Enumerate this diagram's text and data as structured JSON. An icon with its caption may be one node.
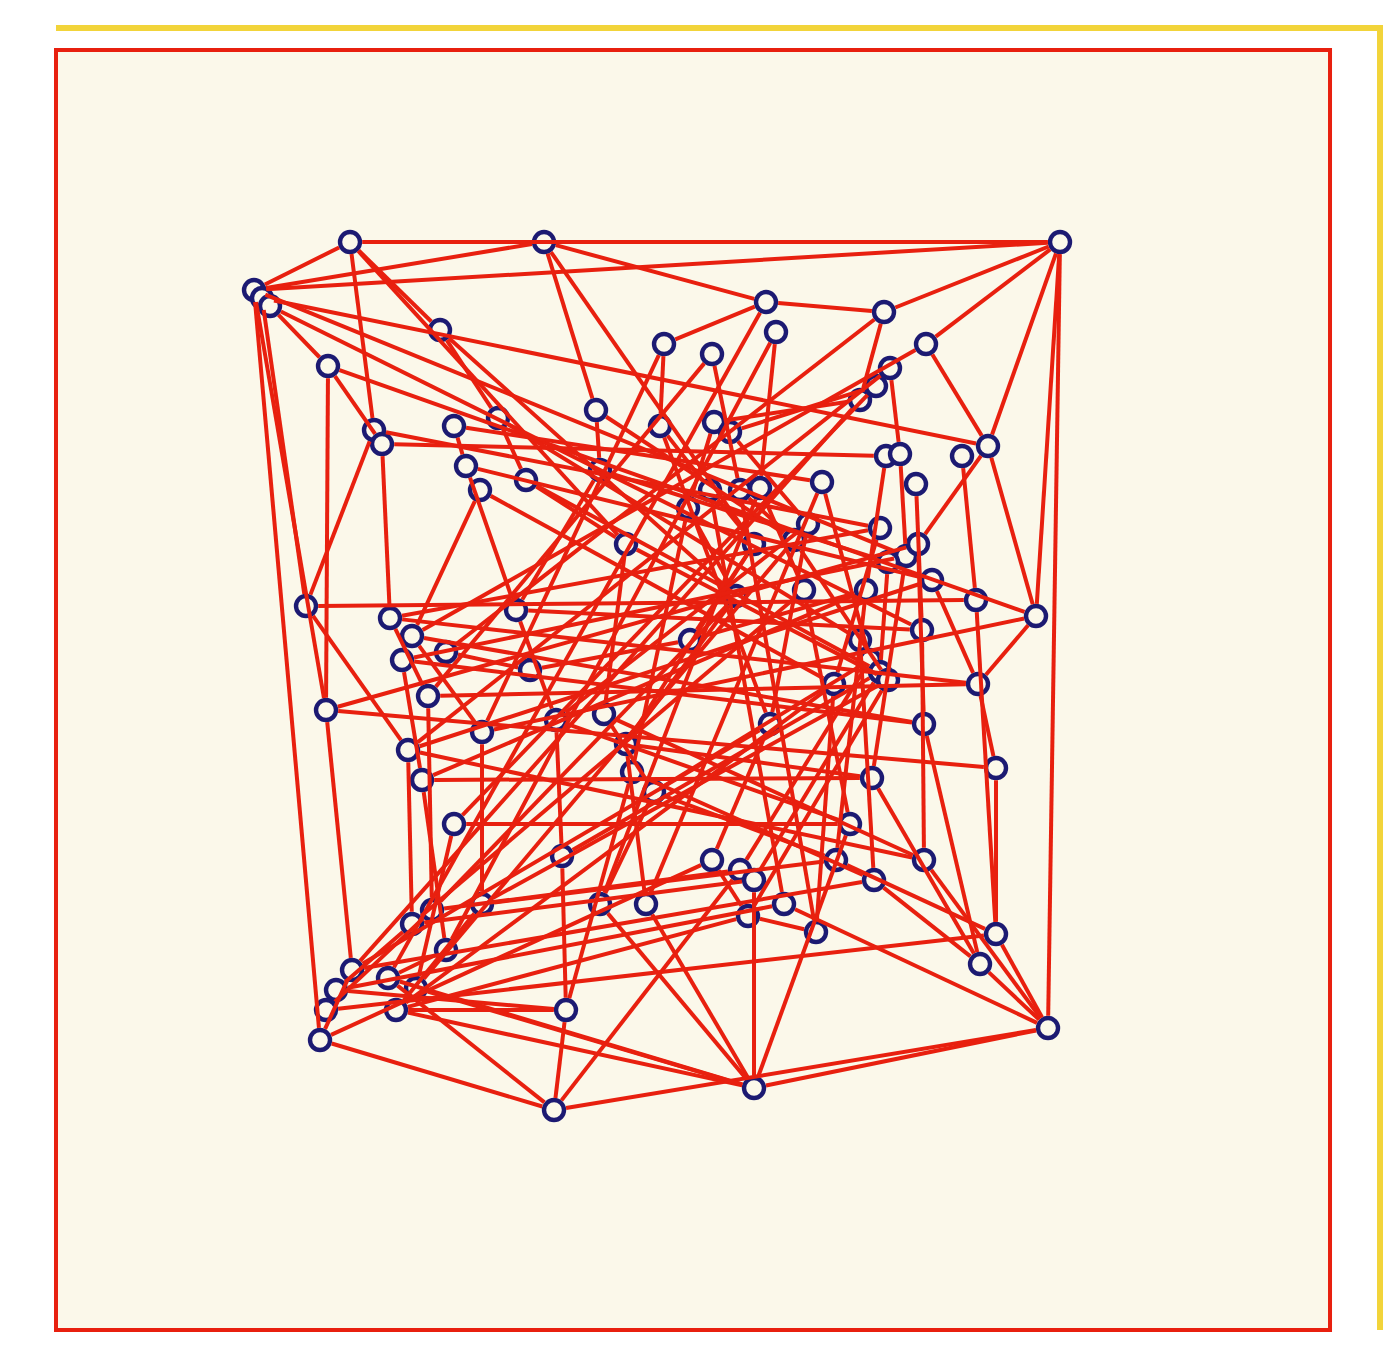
{
  "diagram": {
    "nodes": [
      {
        "text": [],
        "shape": "circle"
      },
      {
        "text": [],
        "shape": "circle"
      },
      {
        "text": [],
        "shape": "circle"
      },
      {
        "text": [],
        "shape": "circle"
      },
      {
        "text": [],
        "shape": "circle"
      },
      {
        "text": [],
        "shape": "circle"
      },
      {
        "text": [],
        "shape": "circle"
      },
      {
        "text": [],
        "shape": "circle"
      },
      {
        "text": [],
        "shape": "circle"
      },
      {
        "text": [],
        "shape": "circle"
      },
      {
        "text": [],
        "shape": "circle"
      },
      {
        "text": [],
        "shape": "circle"
      },
      {
        "text": [],
        "shape": "circle"
      },
      {
        "text": [],
        "shape": "circle"
      },
      {
        "text": [],
        "shape": "circle"
      },
      {
        "text": [],
        "shape": "circle"
      },
      {
        "text": [],
        "shape": "circle"
      },
      {
        "text": [],
        "shape": "circle"
      },
      {
        "text": [],
        "shape": "circle"
      },
      {
        "text": [],
        "shape": "circle"
      },
      {
        "text": [],
        "shape": "circle"
      },
      {
        "text": [],
        "shape": "circle"
      },
      {
        "text": [],
        "shape": "circle"
      },
      {
        "text": [],
        "shape": "circle"
      },
      {
        "text": [],
        "shape": "circle"
      },
      {
        "text": [],
        "shape": "circle"
      },
      {
        "text": [],
        "shape": "circle"
      },
      {
        "text": [],
        "shape": "circle"
      },
      {
        "text": [],
        "shape": "circle"
      },
      {
        "text": [],
        "shape": "circle"
      },
      {
        "text": [],
        "shape": "circle"
      },
      {
        "text": [],
        "shape": "circle"
      },
      {
        "text": [],
        "shape": "circle"
      },
      {
        "text": [],
        "shape": "circle"
      },
      {
        "text": [],
        "shape": "circle"
      },
      {
        "text": [],
        "shape": "circle"
      },
      {
        "text": [],
        "shape": "circle"
      },
      {
        "text": [],
        "shape": "circle"
      },
      {
        "text": [],
        "shape": "circle"
      },
      {
        "text": [],
        "shape": "circle"
      },
      {
        "text": [],
        "shape": "circle"
      },
      {
        "text": [],
        "shape": "circle"
      },
      {
        "text": [],
        "shape": "circle"
      },
      {
        "text": [],
        "shape": "circle"
      },
      {
        "text": [],
        "shape": "circle"
      },
      {
        "text": [],
        "shape": "circle"
      },
      {
        "text": [],
        "shape": "circle"
      },
      {
        "text": [],
        "shape": "circle"
      },
      {
        "text": [],
        "shape": "circle"
      },
      {
        "text": [],
        "shape": "circle"
      },
      {
        "text": [],
        "shape": "circle"
      },
      {
        "text": [],
        "shape": "circle"
      },
      {
        "text": [],
        "shape": "circle"
      },
      {
        "text": [],
        "shape": "circle"
      },
      {
        "text": [],
        "shape": "circle"
      },
      {
        "text": [],
        "shape": "circle"
      },
      {
        "text": [],
        "shape": "circle"
      },
      {
        "text": [],
        "shape": "circle"
      },
      {
        "text": [],
        "shape": "circle"
      },
      {
        "text": [],
        "shape": "circle"
      },
      {
        "text": [],
        "shape": "circle"
      },
      {
        "text": [],
        "shape": "circle"
      },
      {
        "text": [],
        "shape": "circle"
      },
      {
        "text": [],
        "shape": "circle"
      },
      {
        "text": [],
        "shape": "circle"
      },
      {
        "text": [],
        "shape": "circle"
      },
      {
        "text": [],
        "shape": "circle"
      },
      {
        "text": [],
        "shape": "circle"
      },
      {
        "text": [],
        "shape": "circle"
      },
      {
        "text": [],
        "shape": "circle"
      },
      {
        "text": [],
        "shape": "circle"
      },
      {
        "text": [],
        "shape": "circle"
      },
      {
        "text": [],
        "shape": "circle"
      },
      {
        "text": [],
        "shape": "circle"
      },
      {
        "text": [],
        "shape": "circle"
      },
      {
        "text": [],
        "shape": "circle"
      },
      {
        "text": [],
        "shape": "circle"
      },
      {
        "text": [],
        "shape": "circle"
      },
      {
        "text": [],
        "shape": "circle"
      },
      {
        "text": [],
        "shape": "circle"
      },
      {
        "text": [],
        "shape": "circle"
      },
      {
        "text": [],
        "shape": "circle"
      },
      {
        "text": [],
        "shape": "circle"
      },
      {
        "text": [],
        "shape": "circle"
      },
      {
        "text": [],
        "shape": "circle"
      },
      {
        "text": [],
        "shape": "circle"
      },
      {
        "text": [],
        "shape": "circle"
      },
      {
        "text": [],
        "shape": "circle"
      },
      {
        "text": [],
        "shape": "circle"
      },
      {
        "text": [],
        "shape": "circle"
      },
      {
        "text": [],
        "shape": "circle"
      },
      {
        "text": [],
        "shape": "circle"
      },
      {
        "text": [],
        "shape": "circle"
      },
      {
        "text": [],
        "shape": "circle"
      },
      {
        "text": [],
        "shape": "circle"
      },
      {
        "text": [],
        "shape": "circle"
      },
      {
        "text": [],
        "shape": "circle"
      },
      {
        "text": [],
        "shape": "circle"
      },
      {
        "text": [],
        "shape": "circle"
      },
      {
        "text": [],
        "shape": "circle"
      },
      {
        "text": [],
        "shape": "circle"
      },
      {
        "text": [],
        "shape": "circle"
      },
      {
        "text": [],
        "shape": "circle"
      },
      {
        "text": [],
        "shape": "circle"
      },
      {
        "text": [],
        "shape": "circle"
      },
      {
        "text": [],
        "shape": "circle"
      },
      {
        "text": [],
        "shape": "circle"
      },
      {
        "text": [],
        "shape": "circle"
      },
      {
        "text": [],
        "shape": "circle"
      },
      {
        "text": [],
        "shape": "circle"
      },
      {
        "text": [],
        "shape": "circle"
      },
      {
        "text": [],
        "shape": "circle"
      },
      {
        "text": [],
        "shape": "circle"
      }
    ],
    "edges": [
      {
        "from": 0,
        "to": 2,
        "arrow": "none"
      },
      {
        "from": 3,
        "to": 2,
        "arrow": "none"
      },
      {
        "from": 0,
        "to": 3,
        "arrow": "none"
      },
      {
        "from": 1,
        "to": 3,
        "arrow": "none"
      },
      {
        "from": 0,
        "to": 7,
        "arrow": "none"
      },
      {
        "from": 1,
        "to": 6,
        "arrow": "none"
      },
      {
        "from": 2,
        "to": 11,
        "arrow": "none"
      },
      {
        "from": 2,
        "to": 9,
        "arrow": "none"
      },
      {
        "from": 2,
        "to": 106,
        "arrow": "none"
      },
      {
        "from": 106,
        "to": 107,
        "arrow": "none"
      },
      {
        "from": 106,
        "to": 108,
        "arrow": "none"
      },
      {
        "from": 107,
        "to": 99,
        "arrow": "none"
      },
      {
        "from": 107,
        "to": 93,
        "arrow": "none"
      },
      {
        "from": 108,
        "to": 97,
        "arrow": "none"
      },
      {
        "from": 108,
        "to": 111,
        "arrow": "none"
      },
      {
        "from": 3,
        "to": 98,
        "arrow": "none"
      },
      {
        "from": 3,
        "to": 65,
        "arrow": "none"
      },
      {
        "from": 5,
        "to": 10,
        "arrow": "none"
      },
      {
        "from": 4,
        "to": 48,
        "arrow": "none"
      },
      {
        "from": 98,
        "to": 107,
        "arrow": "none"
      },
      {
        "from": 95,
        "to": 99,
        "arrow": "none"
      },
      {
        "from": 104,
        "to": 106,
        "arrow": "none"
      },
      {
        "from": 105,
        "to": 106,
        "arrow": "none"
      },
      {
        "from": 60,
        "to": 2,
        "arrow": "none"
      },
      {
        "from": 60,
        "to": 33,
        "arrow": "none"
      },
      {
        "from": 60,
        "to": 72,
        "arrow": "none"
      },
      {
        "from": 79,
        "to": 104,
        "arrow": "none"
      },
      {
        "from": 72,
        "to": 79,
        "arrow": "none"
      },
      {
        "from": 33,
        "to": 2,
        "arrow": "none"
      },
      {
        "from": 1,
        "to": 20,
        "arrow": "none"
      },
      {
        "from": 6,
        "to": 9,
        "arrow": "none"
      },
      {
        "from": 6,
        "to": 15,
        "arrow": "none"
      },
      {
        "from": 9,
        "to": 14,
        "arrow": "none"
      },
      {
        "from": 11,
        "to": 33,
        "arrow": "none"
      },
      {
        "from": 12,
        "to": 30,
        "arrow": "none"
      },
      {
        "from": 13,
        "to": 26,
        "arrow": "none"
      },
      {
        "from": 14,
        "to": 25,
        "arrow": "none"
      },
      {
        "from": 15,
        "to": 27,
        "arrow": "none"
      },
      {
        "from": 16,
        "to": 36,
        "arrow": "none"
      },
      {
        "from": 8,
        "to": 37,
        "arrow": "none"
      },
      {
        "from": 0,
        "to": 17,
        "arrow": "none"
      },
      {
        "from": 7,
        "to": 19,
        "arrow": "none"
      },
      {
        "from": 10,
        "to": 18,
        "arrow": "none"
      },
      {
        "from": 10,
        "to": 65,
        "arrow": "none"
      },
      {
        "from": 17,
        "to": 48,
        "arrow": "none"
      },
      {
        "from": 18,
        "to": 49,
        "arrow": "none"
      },
      {
        "from": 19,
        "to": 22,
        "arrow": "none"
      },
      {
        "from": 20,
        "to": 28,
        "arrow": "none"
      },
      {
        "from": 21,
        "to": 23,
        "arrow": "none"
      },
      {
        "from": 22,
        "to": 39,
        "arrow": "none"
      },
      {
        "from": 23,
        "to": 53,
        "arrow": "none"
      },
      {
        "from": 24,
        "to": 50,
        "arrow": "none"
      },
      {
        "from": 25,
        "to": 34,
        "arrow": "none"
      },
      {
        "from": 26,
        "to": 41,
        "arrow": "none"
      },
      {
        "from": 27,
        "to": 35,
        "arrow": "none"
      },
      {
        "from": 28,
        "to": 53,
        "arrow": "none"
      },
      {
        "from": 29,
        "to": 56,
        "arrow": "none"
      },
      {
        "from": 30,
        "to": 44,
        "arrow": "none"
      },
      {
        "from": 31,
        "to": 58,
        "arrow": "none"
      },
      {
        "from": 32,
        "to": 59,
        "arrow": "none"
      },
      {
        "from": 33,
        "to": 45,
        "arrow": "none"
      },
      {
        "from": 34,
        "to": 54,
        "arrow": "none"
      },
      {
        "from": 35,
        "to": 40,
        "arrow": "none"
      },
      {
        "from": 36,
        "to": 43,
        "arrow": "none"
      },
      {
        "from": 37,
        "to": 55,
        "arrow": "none"
      },
      {
        "from": 38,
        "to": 61,
        "arrow": "none"
      },
      {
        "from": 39,
        "to": 68,
        "arrow": "none"
      },
      {
        "from": 40,
        "to": 110,
        "arrow": "none"
      },
      {
        "from": 41,
        "to": 69,
        "arrow": "none"
      },
      {
        "from": 42,
        "to": 70,
        "arrow": "none"
      },
      {
        "from": 43,
        "to": 63,
        "arrow": "none"
      },
      {
        "from": 44,
        "to": 78,
        "arrow": "none"
      },
      {
        "from": 45,
        "to": 71,
        "arrow": "none"
      },
      {
        "from": 46,
        "to": 72,
        "arrow": "none"
      },
      {
        "from": 47,
        "to": 62,
        "arrow": "none"
      },
      {
        "from": 48,
        "to": 73,
        "arrow": "none"
      },
      {
        "from": 49,
        "to": 64,
        "arrow": "none"
      },
      {
        "from": 50,
        "to": 66,
        "arrow": "none"
      },
      {
        "from": 51,
        "to": 74,
        "arrow": "none"
      },
      {
        "from": 52,
        "to": 109,
        "arrow": "none"
      },
      {
        "from": 53,
        "to": 67,
        "arrow": "none"
      },
      {
        "from": 54,
        "to": 75,
        "arrow": "none"
      },
      {
        "from": 55,
        "to": 82,
        "arrow": "none"
      },
      {
        "from": 56,
        "to": 101,
        "arrow": "none"
      },
      {
        "from": 57,
        "to": 102,
        "arrow": "none"
      },
      {
        "from": 58,
        "to": 103,
        "arrow": "none"
      },
      {
        "from": 59,
        "to": 104,
        "arrow": "none"
      },
      {
        "from": 61,
        "to": 84,
        "arrow": "none"
      },
      {
        "from": 62,
        "to": 85,
        "arrow": "none"
      },
      {
        "from": 63,
        "to": 86,
        "arrow": "none"
      },
      {
        "from": 64,
        "to": 89,
        "arrow": "none"
      },
      {
        "from": 65,
        "to": 92,
        "arrow": "none"
      },
      {
        "from": 66,
        "to": 88,
        "arrow": "none"
      },
      {
        "from": 67,
        "to": 81,
        "arrow": "none"
      },
      {
        "from": 68,
        "to": 76,
        "arrow": "none"
      },
      {
        "from": 69,
        "to": 83,
        "arrow": "none"
      },
      {
        "from": 70,
        "to": 112,
        "arrow": "none"
      },
      {
        "from": 71,
        "to": 105,
        "arrow": "none"
      },
      {
        "from": 73,
        "to": 90,
        "arrow": "none"
      },
      {
        "from": 74,
        "to": 91,
        "arrow": "none"
      },
      {
        "from": 75,
        "to": 111,
        "arrow": "none"
      },
      {
        "from": 76,
        "to": 100,
        "arrow": "none"
      },
      {
        "from": 77,
        "to": 99,
        "arrow": "none"
      },
      {
        "from": 78,
        "to": 105,
        "arrow": "none"
      },
      {
        "from": 80,
        "to": 94,
        "arrow": "none"
      },
      {
        "from": 81,
        "to": 99,
        "arrow": "none"
      },
      {
        "from": 82,
        "to": 108,
        "arrow": "none"
      },
      {
        "from": 83,
        "to": 86,
        "arrow": "none"
      },
      {
        "from": 84,
        "to": 107,
        "arrow": "none"
      },
      {
        "from": 85,
        "to": 108,
        "arrow": "none"
      },
      {
        "from": 86,
        "to": 112,
        "arrow": "none"
      },
      {
        "from": 87,
        "to": 106,
        "arrow": "none"
      },
      {
        "from": 88,
        "to": 97,
        "arrow": "none"
      },
      {
        "from": 89,
        "to": 96,
        "arrow": "none"
      },
      {
        "from": 90,
        "to": 95,
        "arrow": "none"
      },
      {
        "from": 91,
        "to": 93,
        "arrow": "none"
      },
      {
        "from": 92,
        "to": 98,
        "arrow": "none"
      },
      {
        "from": 93,
        "to": 108,
        "arrow": "none"
      },
      {
        "from": 94,
        "to": 108,
        "arrow": "none"
      },
      {
        "from": 97,
        "to": 99,
        "arrow": "none"
      },
      {
        "from": 100,
        "to": 108,
        "arrow": "none"
      },
      {
        "from": 101,
        "to": 104,
        "arrow": "none"
      },
      {
        "from": 102,
        "to": 105,
        "arrow": "none"
      },
      {
        "from": 103,
        "to": 106,
        "arrow": "none"
      },
      {
        "from": 109,
        "to": 110,
        "arrow": "none"
      },
      {
        "from": 110,
        "to": 56,
        "arrow": "none"
      },
      {
        "from": 3,
        "to": 44,
        "arrow": "none"
      },
      {
        "from": 4,
        "to": 33,
        "arrow": "none"
      },
      {
        "from": 5,
        "to": 58,
        "arrow": "none"
      },
      {
        "from": 10,
        "to": 60,
        "arrow": "none"
      },
      {
        "from": 17,
        "to": 42,
        "arrow": "none"
      },
      {
        "from": 18,
        "to": 29,
        "arrow": "none"
      },
      {
        "from": 21,
        "to": 38,
        "arrow": "none"
      },
      {
        "from": 23,
        "to": 46,
        "arrow": "none"
      },
      {
        "from": 48,
        "to": 59,
        "arrow": "none"
      },
      {
        "from": 49,
        "to": 72,
        "arrow": "none"
      },
      {
        "from": 51,
        "to": 71,
        "arrow": "none"
      },
      {
        "from": 65,
        "to": 79,
        "arrow": "none"
      },
      {
        "from": 73,
        "to": 103,
        "arrow": "none"
      },
      {
        "from": 74,
        "to": 78,
        "arrow": "none"
      },
      {
        "from": 80,
        "to": 82,
        "arrow": "none"
      },
      {
        "from": 88,
        "to": 101,
        "arrow": "none"
      },
      {
        "from": 89,
        "to": 84,
        "arrow": "none"
      },
      {
        "from": 90,
        "to": 85,
        "arrow": "none"
      },
      {
        "from": 92,
        "to": 102,
        "arrow": "none"
      },
      {
        "from": 95,
        "to": 87,
        "arrow": "none"
      },
      {
        "from": 96,
        "to": 104,
        "arrow": "none"
      },
      {
        "from": 97,
        "to": 86,
        "arrow": "none"
      },
      {
        "from": 98,
        "to": 83,
        "arrow": "none"
      },
      {
        "from": 0,
        "to": 39,
        "arrow": "none"
      },
      {
        "from": 1,
        "to": 40,
        "arrow": "none"
      },
      {
        "from": 7,
        "to": 54,
        "arrow": "none"
      },
      {
        "from": 15,
        "to": 66,
        "arrow": "none"
      },
      {
        "from": 16,
        "to": 64,
        "arrow": "none"
      },
      {
        "from": 9,
        "to": 52,
        "arrow": "none"
      },
      {
        "from": 11,
        "to": 50,
        "arrow": "none"
      },
      {
        "from": 12,
        "to": 73,
        "arrow": "none"
      },
      {
        "from": 13,
        "to": 80,
        "arrow": "none"
      },
      {
        "from": 14,
        "to": 92,
        "arrow": "none"
      },
      {
        "from": 6,
        "to": 93,
        "arrow": "none"
      },
      {
        "from": 8,
        "to": 91,
        "arrow": "none"
      },
      {
        "from": 24,
        "to": 70,
        "arrow": "none"
      },
      {
        "from": 22,
        "to": 62,
        "arrow": "none"
      },
      {
        "from": 19,
        "to": 57,
        "arrow": "none"
      },
      {
        "from": 20,
        "to": 43,
        "arrow": "none"
      },
      {
        "from": 28,
        "to": 47,
        "arrow": "none"
      },
      {
        "from": 27,
        "to": 69,
        "arrow": "none"
      },
      {
        "from": 34,
        "to": 77,
        "arrow": "none"
      },
      {
        "from": 35,
        "to": 87,
        "arrow": "none"
      },
      {
        "from": 36,
        "to": 112,
        "arrow": "none"
      },
      {
        "from": 37,
        "to": 100,
        "arrow": "none"
      },
      {
        "from": 38,
        "to": 111,
        "arrow": "none"
      },
      {
        "from": 39,
        "to": 63,
        "arrow": "none"
      },
      {
        "from": 40,
        "to": 75,
        "arrow": "none"
      },
      {
        "from": 41,
        "to": 67,
        "arrow": "none"
      },
      {
        "from": 42,
        "to": 49,
        "arrow": "none"
      },
      {
        "from": 43,
        "to": 94,
        "arrow": "none"
      },
      {
        "from": 44,
        "to": 51,
        "arrow": "none"
      },
      {
        "from": 45,
        "to": 65,
        "arrow": "none"
      },
      {
        "from": 46,
        "to": 73,
        "arrow": "none"
      },
      {
        "from": 53,
        "to": 58,
        "arrow": "none"
      },
      {
        "from": 54,
        "to": 89,
        "arrow": "none"
      },
      {
        "from": 55,
        "to": 90,
        "arrow": "none"
      },
      {
        "from": 56,
        "to": 74,
        "arrow": "none"
      },
      {
        "from": 61,
        "to": 76,
        "arrow": "none"
      },
      {
        "from": 62,
        "to": 81,
        "arrow": "none"
      },
      {
        "from": 63,
        "to": 88,
        "arrow": "none"
      },
      {
        "from": 66,
        "to": 60,
        "arrow": "none"
      },
      {
        "from": 67,
        "to": 82,
        "arrow": "none"
      },
      {
        "from": 68,
        "to": 103,
        "arrow": "none"
      },
      {
        "from": 69,
        "to": 92,
        "arrow": "none"
      },
      {
        "from": 70,
        "to": 97,
        "arrow": "none"
      },
      {
        "from": 71,
        "to": 50,
        "arrow": "none"
      },
      {
        "from": 72,
        "to": 64,
        "arrow": "none"
      },
      {
        "from": 75,
        "to": 78,
        "arrow": "none"
      },
      {
        "from": 76,
        "to": 101,
        "arrow": "none"
      },
      {
        "from": 77,
        "to": 102,
        "arrow": "none"
      }
    ]
  }
}
